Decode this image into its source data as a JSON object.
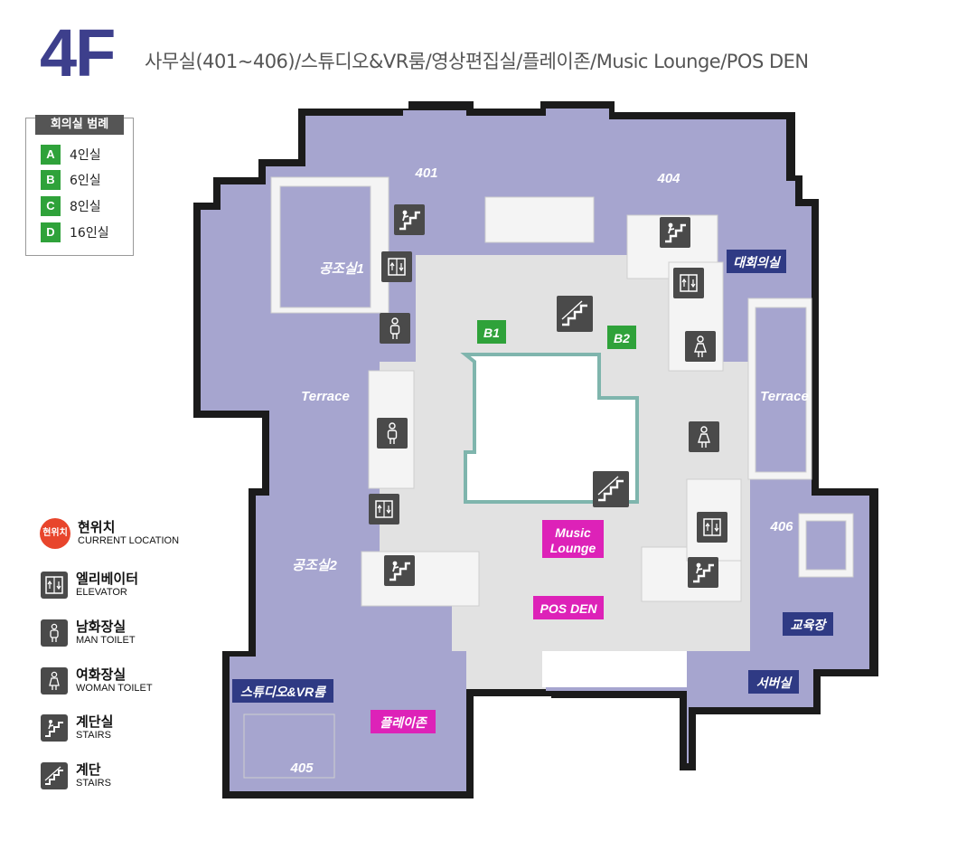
{
  "floor": {
    "number": "4F",
    "description": "사무실(401~406)/스튜디오&VR룸/영상편집실/플레이존/Music Lounge/POS DEN"
  },
  "meeting_legend": {
    "title": "회의실 범례",
    "items": [
      {
        "badge": "A",
        "label": "4인실"
      },
      {
        "badge": "B",
        "label": "6인실"
      },
      {
        "badge": "C",
        "label": "8인실"
      },
      {
        "badge": "D",
        "label": "16인실"
      }
    ]
  },
  "icon_key": [
    {
      "icon": "current-location-pin",
      "pin_text": "현위치",
      "ko": "현위치",
      "en": "CURRENT LOCATION"
    },
    {
      "icon": "elevator-icon",
      "ko": "엘리베이터",
      "en": "ELEVATOR"
    },
    {
      "icon": "man-toilet-icon",
      "ko": "남화장실",
      "en": "MAN TOILET"
    },
    {
      "icon": "woman-toilet-icon",
      "ko": "여화장실",
      "en": "WOMAN TOILET"
    },
    {
      "icon": "stairwell-icon",
      "ko": "계단실",
      "en": "STAIRS"
    },
    {
      "icon": "stairs-icon",
      "ko": "계단",
      "en": "STAIRS"
    }
  ],
  "map": {
    "rooms": {
      "r401": "401",
      "r404": "404",
      "r405": "405",
      "r406": "406",
      "hvac1": "공조실1",
      "hvac2": "공조실2",
      "terrace_left": "Terrace",
      "terrace_right": "Terrace"
    },
    "tags": {
      "big_meeting": "대회의실",
      "education": "교육장",
      "server": "서버실",
      "studio_vr": "스튜디오&VR룸",
      "playzone": "플레이존",
      "music_lounge_1": "Music",
      "music_lounge_2": "Lounge",
      "pos_den": "POS DEN",
      "b1": "B1",
      "b2": "B2"
    },
    "colors": {
      "room_fill": "#a6a5cf",
      "wall": "#1a1a1a",
      "corridor": "#e4e4e4",
      "navy_tag": "#2f3a84",
      "magenta_tag": "#dd22b8",
      "green_tag": "#2fa23a",
      "title_blue": "#3d3f8c"
    }
  }
}
